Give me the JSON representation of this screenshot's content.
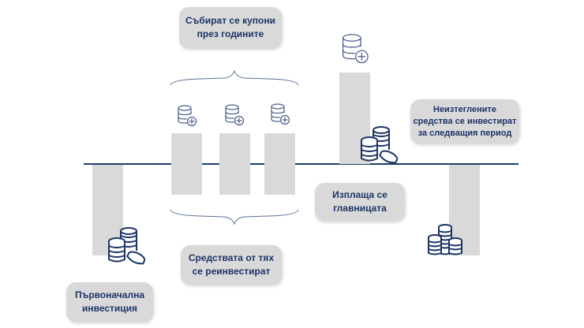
{
  "diagram": {
    "title": "Bond coupon reinvestment cycle",
    "colors": {
      "accent": "#1c3466",
      "axis": "#1f3d6e",
      "bar": "#d9d9d9",
      "label_bg": "#d9d9d9"
    },
    "labels": {
      "coupons_collected": "Събират се купони\nпрез годините",
      "reinvested": "Средствата от тях\nсе реинвестират",
      "initial_investment": "Първоначална\nинвестиция",
      "principal_repaid": "Изплаща се\nглавницата",
      "unwithdrawn_reinvested": "Неизтеглените\nсредства се инвестират\nза следващия период"
    },
    "flows": [
      {
        "name": "initial-investment",
        "direction": "outflow",
        "icon": "coins-stack-icon"
      },
      {
        "name": "coupon-1",
        "direction": "inflow",
        "icon": "database-plus-icon"
      },
      {
        "name": "coupon-2",
        "direction": "inflow",
        "icon": "database-plus-icon"
      },
      {
        "name": "coupon-3",
        "direction": "inflow",
        "icon": "database-plus-icon"
      },
      {
        "name": "principal-repaid",
        "direction": "inflow",
        "icon": "database-plus-icon"
      },
      {
        "name": "next-period-investment",
        "direction": "outflow",
        "icon": "coins-pyramid-icon"
      }
    ]
  }
}
